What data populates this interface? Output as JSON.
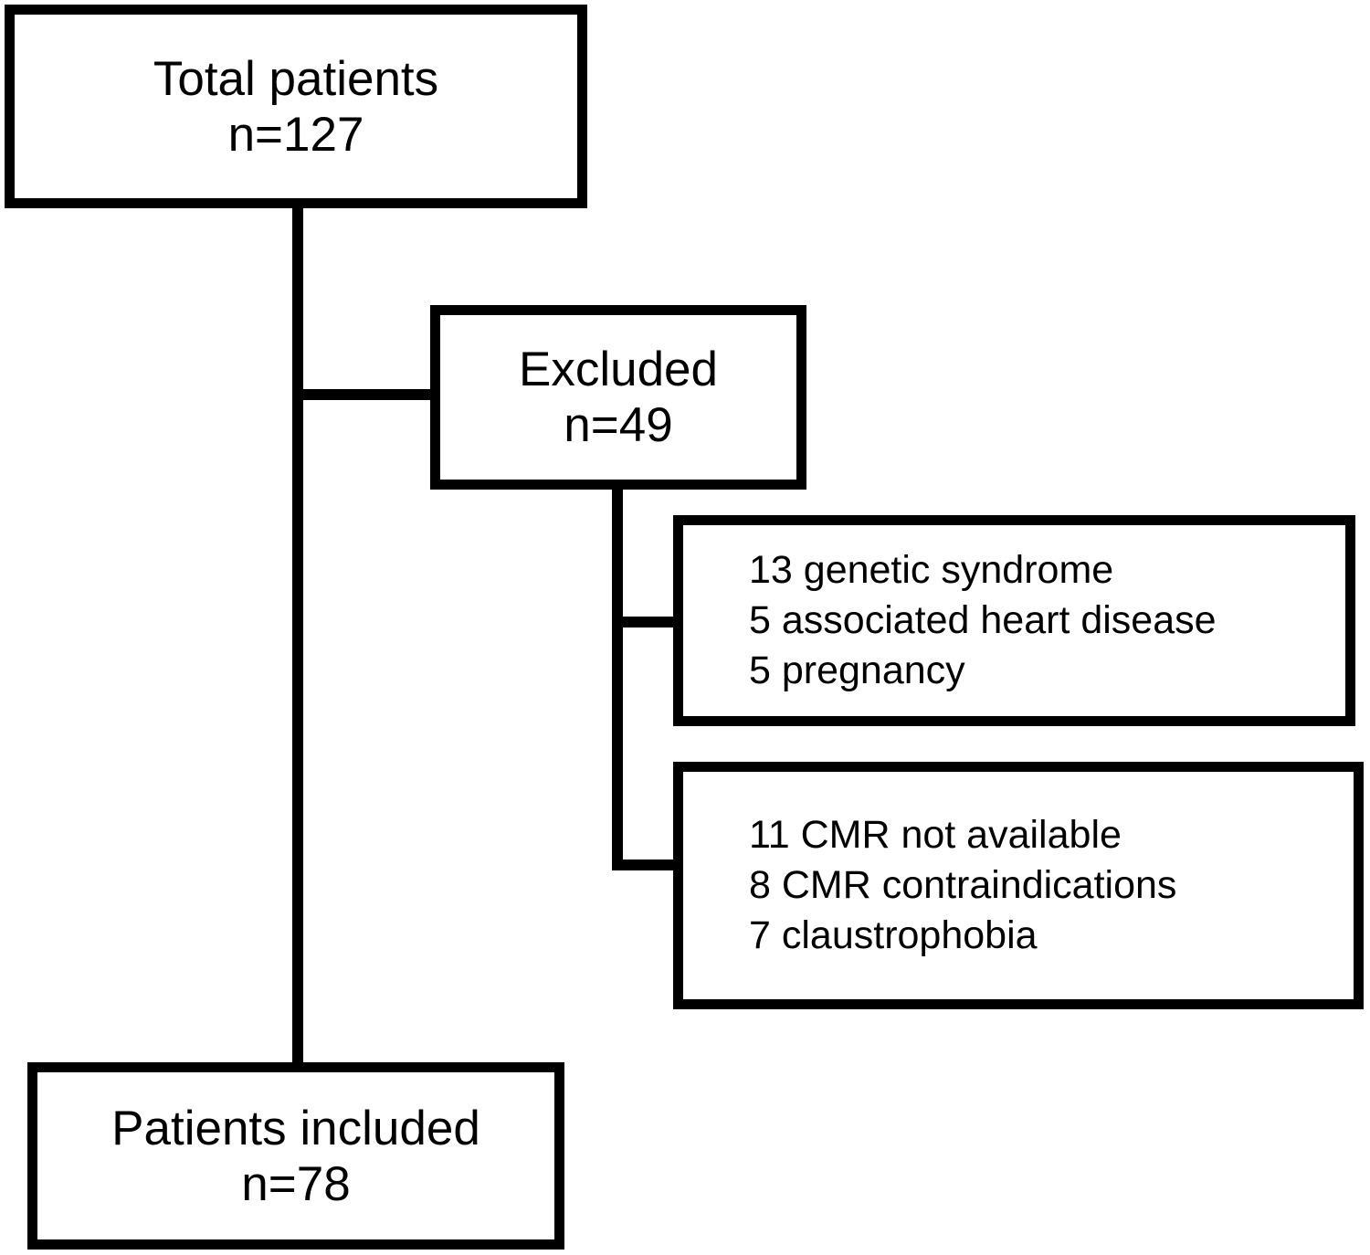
{
  "flowchart": {
    "description": "Patient inclusion flow diagram",
    "colors": {
      "line": "#000000",
      "box_background": "#ffffff",
      "text": "#000000"
    },
    "boxes": {
      "total": {
        "lines": [
          "Total patients",
          "n=127"
        ]
      },
      "excluded": {
        "lines": [
          "Excluded",
          "n=49"
        ]
      },
      "reasons1": {
        "lines": [
          "13 genetic syndrome",
          "5 associated heart disease",
          "5 pregnancy"
        ]
      },
      "reasons2": {
        "lines": [
          "11 CMR not available",
          "8 CMR contraindications",
          "7 claustrophobia"
        ]
      },
      "included": {
        "lines": [
          "Patients included",
          "n=78"
        ]
      }
    }
  }
}
